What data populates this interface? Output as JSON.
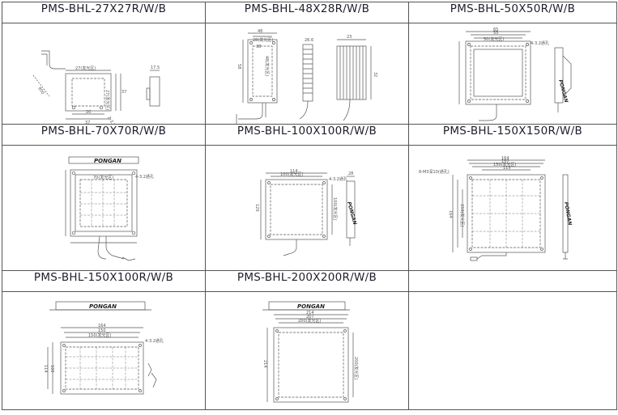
{
  "products": [
    {
      "title": "PMS-BHL-27X27R/W/B"
    },
    {
      "title": "PMS-BHL-48X28R/W/B"
    },
    {
      "title": "PMS-BHL-50X50R/W/B"
    },
    {
      "title": "PMS-BHL-70X70R/W/B"
    },
    {
      "title": "PMS-BHL-100X100R/W/B"
    },
    {
      "title": "PMS-BHL-150X150R/W/B"
    },
    {
      "title": "PMS-BHL-150X100R/W/B"
    },
    {
      "title": "PMS-BHL-200X200R/W/B"
    },
    {
      "title": ""
    }
  ],
  "dims": {
    "d27": {
      "a": "27(发光区)",
      "b": "27(发光区)",
      "c": "20",
      "d": "37",
      "e": "37",
      "f": "2-3.2通孔",
      "g": "17.5",
      "h": "800"
    },
    "d48": {
      "a": "48",
      "b": "28(发光区)",
      "c": "38",
      "d": "48(发光区)",
      "e": "58",
      "f": "23",
      "g": "26.6",
      "h": "32"
    },
    "d50": {
      "a": "65",
      "b": "55",
      "c": "50(发光区)",
      "d": "4-3.2通孔"
    },
    "d70": {
      "a": "70(发光区)",
      "b": "4-3.2通孔",
      "logo": "PONGAN"
    },
    "d100": {
      "a": "114",
      "b": "100(发光区)",
      "c": "4-3.2通孔",
      "d": "120",
      "e": "100(发光区)",
      "f": "28"
    },
    "d150": {
      "a": "164",
      "b": "157",
      "c": "150(发光区)",
      "d": "115",
      "e": "8-M3深10(通孔)",
      "f": "164",
      "g": "150(发光区)"
    },
    "d150x100": {
      "a": "164",
      "b": "150",
      "c": "150(发光区)",
      "d": "114",
      "e": "100",
      "f": "4-3.2通孔"
    },
    "d200": {
      "a": "214",
      "b": "207",
      "c": "200(发光区)",
      "d": "214",
      "e": "200(发光区)",
      "logo": "PONGAN"
    }
  },
  "brand": {
    "logo": "PONGAN"
  },
  "colors": {
    "line": "#555555",
    "border": "#555555",
    "text": "#1e1e2a"
  }
}
